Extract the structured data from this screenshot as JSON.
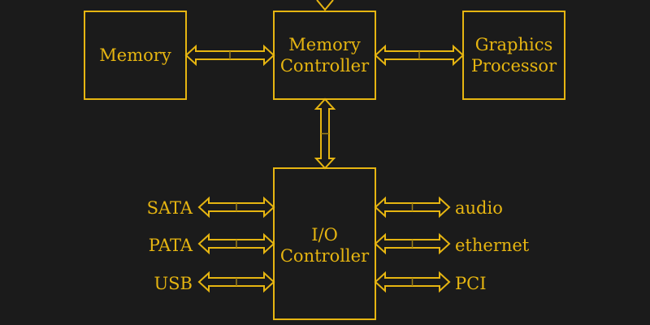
{
  "diagram": {
    "title": "",
    "accent_color": "#e6b511",
    "background_color": "#1b1b1b",
    "blocks": [
      {
        "id": "memory",
        "lines": [
          "Memory"
        ]
      },
      {
        "id": "memory-controller",
        "lines": [
          "Memory",
          "Controller"
        ]
      },
      {
        "id": "graphics-processor",
        "lines": [
          "Graphics",
          "Processor"
        ]
      },
      {
        "id": "io-controller",
        "lines": [
          "I/O",
          "Controller"
        ]
      }
    ],
    "connections": [
      {
        "from": "external-top",
        "to": "memory-controller",
        "type": "arrow-in"
      },
      {
        "from": "memory",
        "to": "memory-controller",
        "type": "bidirectional-bus"
      },
      {
        "from": "memory-controller",
        "to": "graphics-processor",
        "type": "bidirectional-bus"
      },
      {
        "from": "memory-controller",
        "to": "io-controller",
        "type": "bidirectional-bus"
      }
    ],
    "io_left": [
      {
        "label": "SATA"
      },
      {
        "label": "PATA"
      },
      {
        "label": "USB"
      }
    ],
    "io_right": [
      {
        "label": "audio"
      },
      {
        "label": "ethernet"
      },
      {
        "label": "PCI"
      }
    ]
  }
}
